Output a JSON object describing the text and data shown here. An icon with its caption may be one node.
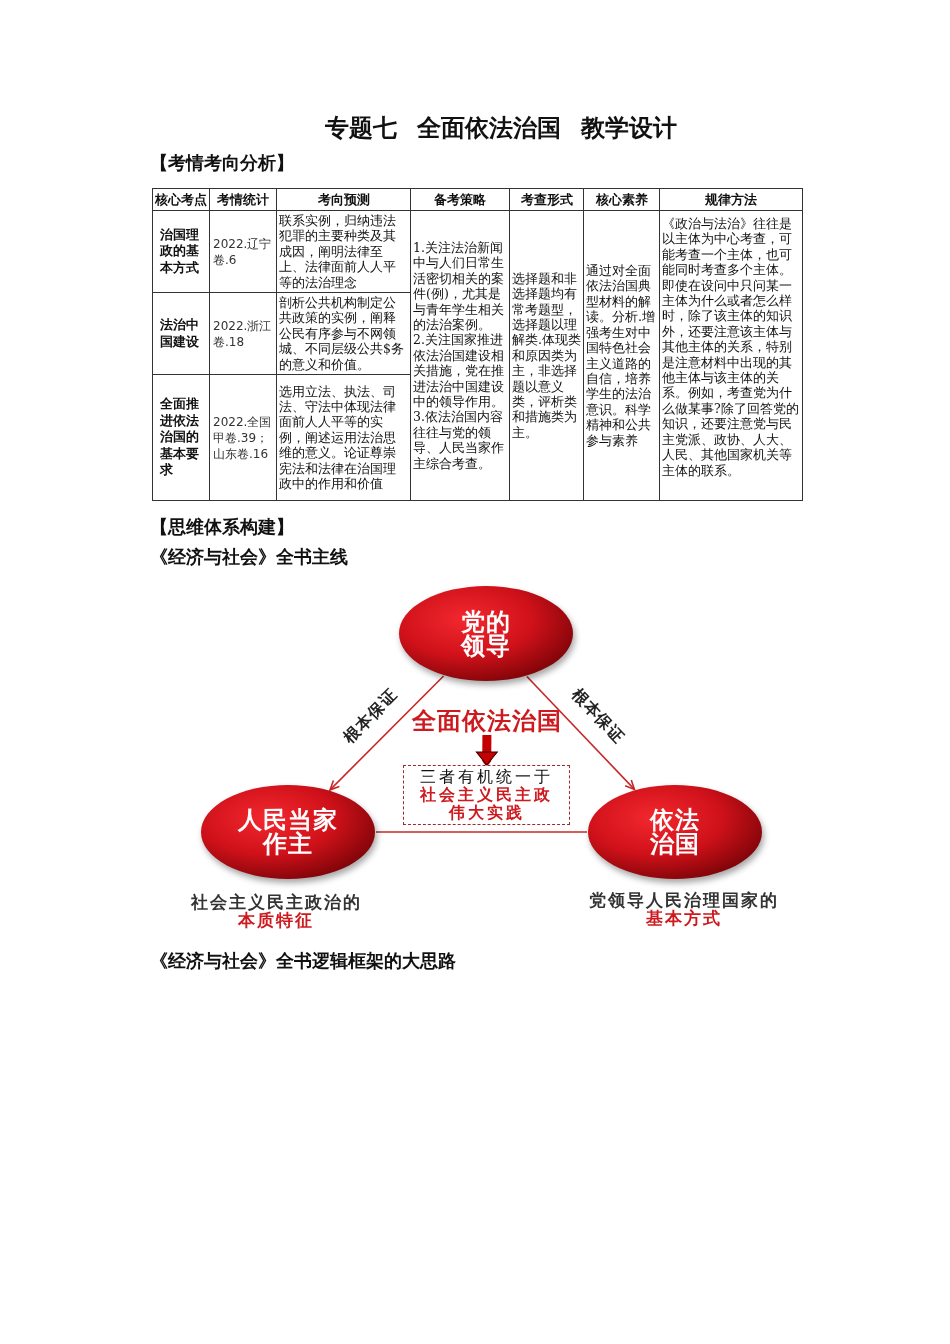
{
  "diagram": {
    "title": "专题七 全面依法治国 教学设计",
    "nodes": [
      {
        "text": [
          "党的领导"
        ]
      },
      {
        "text": [
          "全面依法治国"
        ]
      },
      {
        "text": [
          "三者有机统一于",
          "社会主义民主政伟大实践"
        ]
      },
      {
        "text": [
          "人民当家作主"
        ],
        "beside": [
          "社会主义民主政治的",
          "本质特征"
        ]
      },
      {
        "text": [
          "依法治国"
        ],
        "beside": [
          "党领导人民治理国家的",
          "基本方式"
        ]
      }
    ],
    "edges": [
      {
        "from": 0,
        "to": 3,
        "arrow": "to",
        "label": "根本保证"
      },
      {
        "from": 0,
        "to": 4,
        "arrow": "to",
        "label": "根本保证"
      },
      {
        "from": 3,
        "to": 4,
        "arrow": "none"
      },
      {
        "from": 1,
        "to": 2,
        "arrow": "to",
        "style": "thick"
      }
    ],
    "labels": [
      "【考情考向分析】",
      "核心考点",
      "考情统计",
      "考向预测",
      "备考策略",
      "考查形式",
      "核心素养",
      "规律方法",
      "治国理政的基本方式",
      "2022.辽宁卷.6",
      "联系实例，归纳违法犯罪的主要种类及其成因，阐明法律至上、法律面前人人平等的法治理念",
      "1.关注法治新闻中与人们日常生活密切相关的案件(例)，尤其是与青年学生相关的法治案例。",
      "2.关注国家推进依法治国建设相关措施，党在推进法治中国建设中的领导作用。",
      "3.依法治国内容往往与党的领导、人民当家作主综合考查。",
      "选择题和非选择题均有常考题型，选择题以理解类.体现类和原因类为主，非选择题以意义类，评析类和措施类为主。",
      "通过对全面依法治国典型材料的解读。分析.增强考生对中国特色社会主义道路的自信，培养学生的法治意识。科学精神和公共参与素养",
      "《政治与法治》往往是以主体为中心考查，可能考查一个主体，也可能同时考查多个主体。即使在设问中只问某一主体为什么或者怎么样时，除了该主体的知识外，还要注意该主体与其他主体的关系，特别是注意材料中出现的其他主体与该主体的关系。例如，考查党为什么做某事?除了回答党的知识，还要注意党与民主党派、政协、人大、人民、其他国家机关等主体的联系。",
      "法治中国建设",
      "2022.浙江卷.18",
      "剖析公共机构制定公共政策的实例，阐释公民有序参与不网领城、不同层级公共$务的意义和价值。",
      "全面推进依法治国的基本要求",
      "2022.全国甲卷.39；山东卷.16",
      "选用立法、执法、司法、守法中体现法律面前人人平等的实例，阐述运用法治思维的意义。论证尊崇宪法和法律在治国理政中的作用和价值",
      "【思维体系构建】",
      "《经济与社会》全书主线",
      "《经济与社会》全书逻辑框架的大思路"
    ]
  }
}
